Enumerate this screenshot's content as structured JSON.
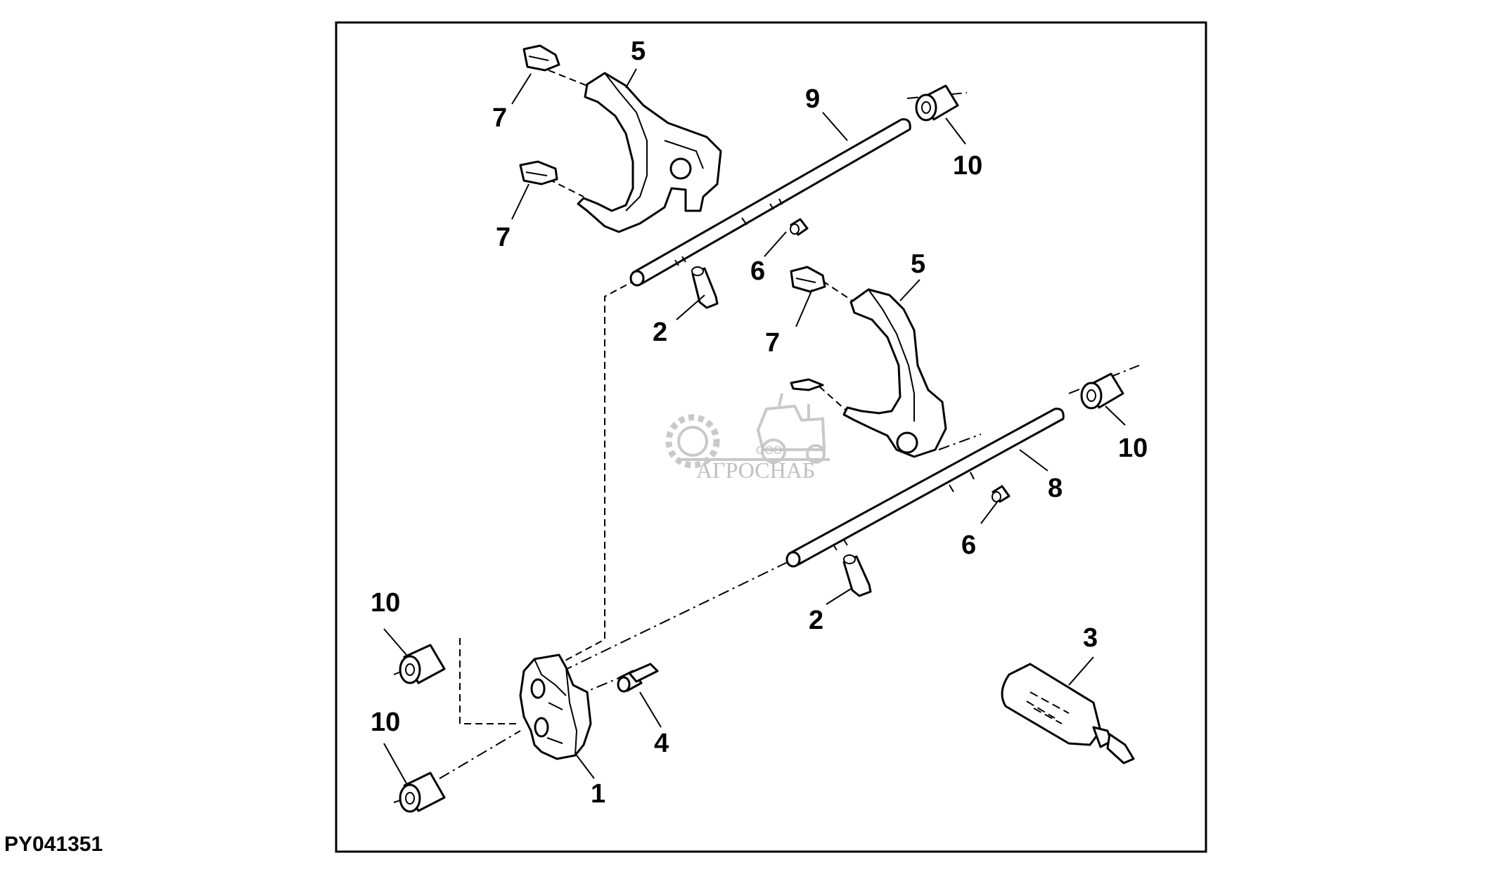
{
  "figure_id": "PY041351",
  "callouts": [
    "5",
    "7",
    "7",
    "9",
    "10",
    "6",
    "2",
    "5",
    "7",
    "10",
    "8",
    "6",
    "2",
    "10",
    "10",
    "4",
    "1",
    "3"
  ],
  "watermark": {
    "company_small": "ООО",
    "company_name": "АГРОСНАБ"
  },
  "icons": [
    "gear-logo-icon",
    "tractor-icon"
  ],
  "colors": {
    "line": "#000000",
    "background": "#ffffff",
    "watermark": "#b9b9b9"
  }
}
